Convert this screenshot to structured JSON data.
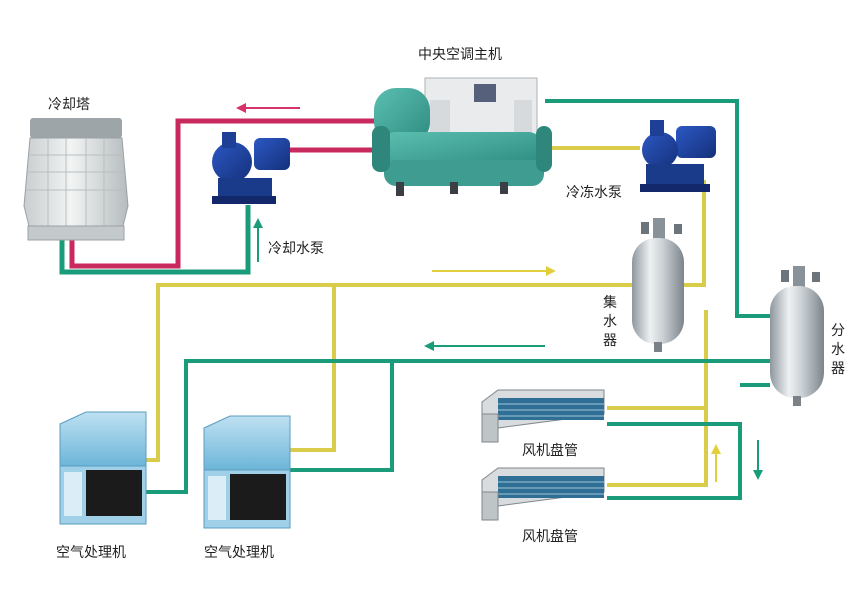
{
  "labels": {
    "chiller": "中央空调主机",
    "cooling_tower": "冷却塔",
    "cooling_pump": "冷却水泵",
    "chilled_pump": "冷冻水泵",
    "collector": "集水器",
    "distributor": "分水器",
    "fcu_upper": "风机盘管",
    "fcu_lower": "风机盘管",
    "ahu_left": "空气处理机",
    "ahu_right": "空气处理机"
  },
  "colors": {
    "chilled_supply": "#1a9b7a",
    "chilled_return": "#d9cc4a",
    "cooling_water": "#c92a5e",
    "arrow_pink": "#d6336c",
    "arrow_yellow": "#e2cf3d",
    "arrow_green": "#1a9b7a"
  },
  "icons": [
    "cooling-tower-icon",
    "cooling-pump-icon",
    "chiller-icon",
    "chilled-pump-icon",
    "collector-tank-icon",
    "distributor-tank-icon",
    "fan-coil-icon",
    "air-handler-icon"
  ]
}
